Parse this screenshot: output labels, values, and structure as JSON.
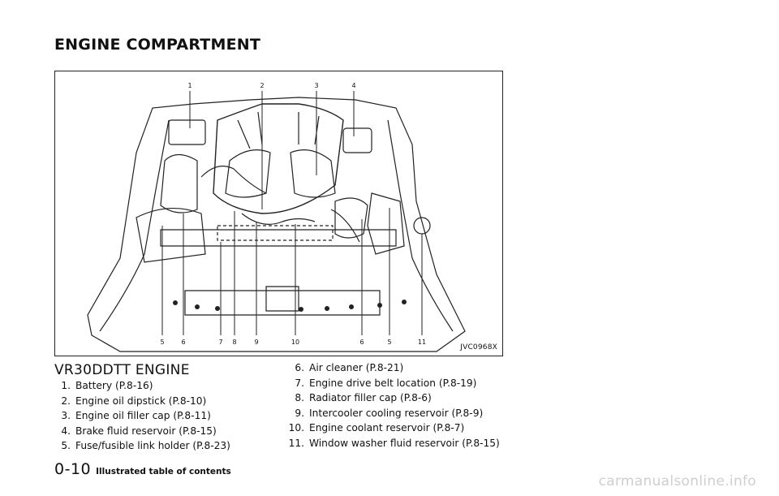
{
  "page": {
    "heading": "ENGINE COMPARTMENT",
    "figure_code": "JVC0968X",
    "section_title": "VR30DDTT ENGINE",
    "page_number": "0-10",
    "page_label": "Illustrated table of contents",
    "watermark": "carmanualsonline.info"
  },
  "callouts_top": [
    "1",
    "2",
    "3",
    "4"
  ],
  "callouts_bottom": [
    "5",
    "6",
    "7",
    "8",
    "9",
    "10",
    "6",
    "5",
    "11"
  ],
  "items_left": [
    {
      "num": "1.",
      "text": "Battery (P.8-16)"
    },
    {
      "num": "2.",
      "text": "Engine oil dipstick (P.8-10)"
    },
    {
      "num": "3.",
      "text": "Engine oil filler cap (P.8-11)"
    },
    {
      "num": "4.",
      "text": "Brake fluid reservoir (P.8-15)"
    },
    {
      "num": "5.",
      "text": "Fuse/fusible link holder (P.8-23)"
    }
  ],
  "items_right": [
    {
      "num": "6.",
      "text": "Air cleaner (P.8-21)"
    },
    {
      "num": "7.",
      "text": "Engine drive belt location (P.8-19)"
    },
    {
      "num": "8.",
      "text": "Radiator filler cap (P.8-6)"
    },
    {
      "num": "9.",
      "text": "Intercooler cooling reservoir (P.8-9)"
    },
    {
      "num": "10.",
      "text": "Engine coolant reservoir (P.8-7)"
    },
    {
      "num": "11.",
      "text": "Window washer fluid reservoir (P.8-15)"
    }
  ]
}
